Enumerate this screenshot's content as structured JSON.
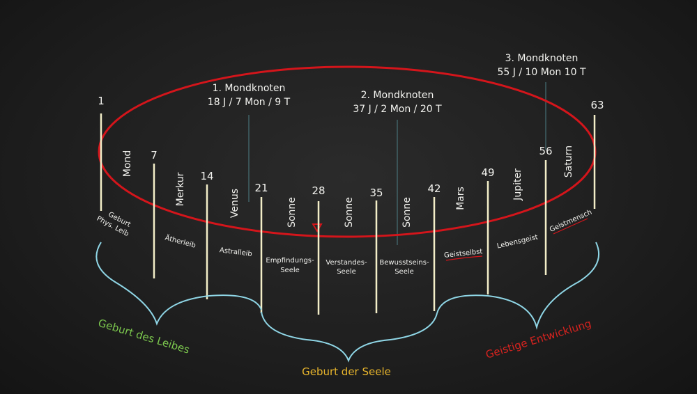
{
  "ages": [
    "1",
    "7",
    "14",
    "21",
    "28",
    "35",
    "42",
    "49",
    "56",
    "63"
  ],
  "planets": [
    "Mond",
    "Merkur",
    "Venus",
    "Sonne",
    "Sonne",
    "Sonne",
    "Mars",
    "Jupiter",
    "Saturn"
  ],
  "members": [
    {
      "line1": "Geburt",
      "line2": "Phys. Leib"
    },
    {
      "line1": "Ätherleib"
    },
    {
      "line1": "Astralleib"
    },
    {
      "line1": "Empfindungs-",
      "line2": "Seele"
    },
    {
      "line1": "Verstandes-",
      "line2": "Seele"
    },
    {
      "line1": "Bewusstseins-",
      "line2": "Seele"
    },
    {
      "line1": "Geistselbst"
    },
    {
      "line1": "Lebensgeist"
    },
    {
      "line1": "Geistmensch"
    }
  ],
  "lunar_nodes": [
    {
      "title": "1. Mondknoten",
      "duration": "18 J / 7 Mon / 9 T"
    },
    {
      "title": "2. Mondknoten",
      "duration": "37 J / 2 Mon / 20 T"
    },
    {
      "title": "3. Mondknoten",
      "duration": "55 J / 10 Mon 10 T"
    }
  ],
  "groups": [
    {
      "label": "Geburt des  Leibes",
      "color": "#7cc84e"
    },
    {
      "label": "Geburt der Seele",
      "color": "#e8b52c"
    },
    {
      "label": "Geistige Entwicklung",
      "color": "#d8231f"
    }
  ],
  "colors": {
    "ellipse": "#d4151b",
    "brace": "#8fd6e6",
    "marker": "#d4151b"
  }
}
